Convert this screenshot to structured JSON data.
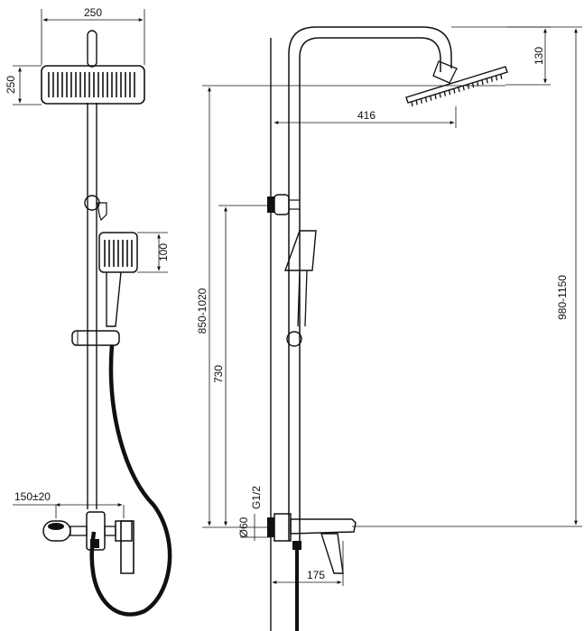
{
  "dimensions": {
    "head_width": "250",
    "head_depth": "250",
    "hand_shower_height": "100",
    "mixer_spacing": "150±20",
    "arm_height": "130",
    "arm_reach": "416",
    "rail_total_height": "850-1020",
    "handset_holder_height": "730",
    "overall_height": "980-1150",
    "thread_size": "G1/2",
    "flange_diameter": "Ø60",
    "spout_reach": "175"
  }
}
